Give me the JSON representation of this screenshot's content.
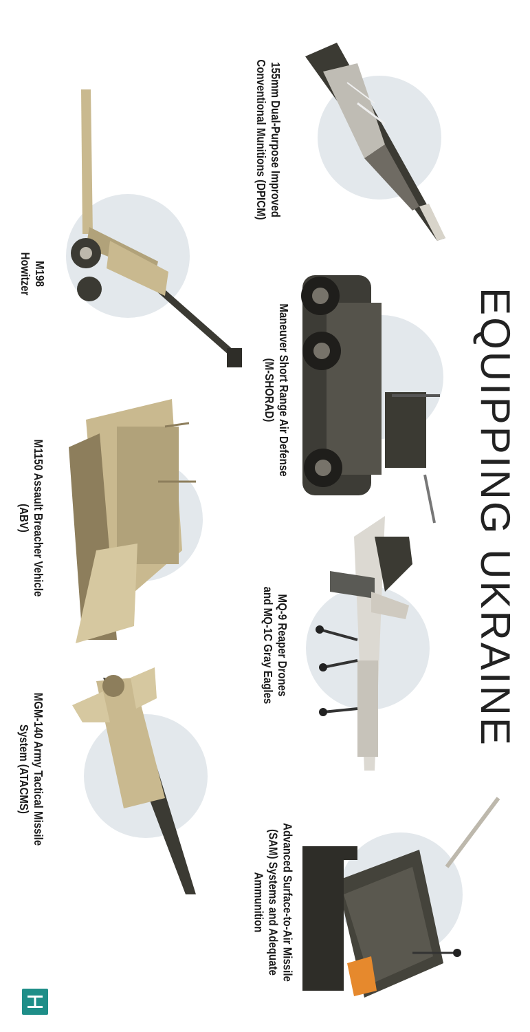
{
  "title": "EQUIPPING UKRAINE",
  "items": [
    {
      "lines": [
        "155mm Dual-Purpose Improved",
        "Conventional Munitions (DPICM)"
      ],
      "icon": "artillery-shell-icon"
    },
    {
      "lines": [
        "Maneuver Short Range Air Defense",
        "(M-SHORAD)"
      ],
      "icon": "air-defense-vehicle-icon"
    },
    {
      "lines": [
        "MQ-9 Reaper Drones",
        "and MQ-1C Gray Eagles"
      ],
      "icon": "reaper-drone-icon"
    },
    {
      "lines": [
        "Advanced Surface-to-Air Missile",
        "(SAM) Systems and Adequate",
        "Ammunition"
      ],
      "icon": "sam-launcher-icon"
    },
    {
      "lines": [
        "M198",
        "Howitzer"
      ],
      "icon": "howitzer-icon"
    },
    {
      "lines": [
        "M1150 Assault Breacher Vehicle",
        "(ABV)"
      ],
      "icon": "breacher-vehicle-icon"
    },
    {
      "lines": [
        "MGM-140 Army Tactical Missile",
        "System (ATACMS)"
      ],
      "icon": "atacms-missile-icon"
    }
  ],
  "colors": {
    "circle": "#e3e8ec",
    "tan": "#c9b98f",
    "tan_dark": "#8d7e5c",
    "olive_dark": "#3b3a33",
    "steel": "#6f6b63",
    "brand": "#1e8e88"
  }
}
